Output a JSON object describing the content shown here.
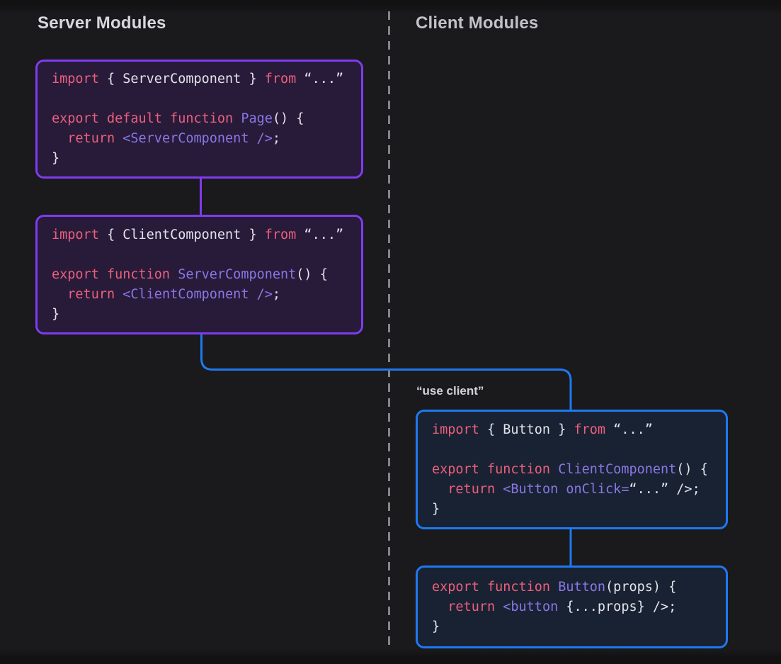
{
  "diagram": {
    "server_heading": "Server Modules",
    "client_heading": "Client Modules",
    "use_client_label": "“use client”"
  },
  "colors": {
    "page_bg": "#1a191b",
    "server_heading": "#d8d8dd",
    "client_heading": "#c2c2c9",
    "use_client_label": "#d4d4d9",
    "divider": "#84848a",
    "purple_border": "#7f3bf0",
    "purple_bg": "#281b3a",
    "blue_border": "#1e79f0",
    "blue_line": "#1e79f0",
    "blue_bg": "#192232",
    "code_keyword": "#ed5f7d",
    "code_component": "#8977e6",
    "code_plain": "#e3e4ea"
  },
  "code_blocks": [
    {
      "name": "page-module",
      "theme": "purple",
      "lines": [
        [
          [
            "kw",
            "import"
          ],
          [
            "pl",
            " { ServerComponent } "
          ],
          [
            "kw",
            "from"
          ],
          [
            "pl",
            " “...”"
          ]
        ],
        [],
        [
          [
            "kw",
            "export default function "
          ],
          [
            "cp",
            "Page"
          ],
          [
            "pl",
            "() {"
          ]
        ],
        [
          [
            "pl",
            "  "
          ],
          [
            "kw",
            "return"
          ],
          [
            "pl",
            " "
          ],
          [
            "cp",
            "<ServerComponent />"
          ],
          [
            "pl",
            ";"
          ]
        ],
        [
          [
            "pl",
            "}"
          ]
        ]
      ]
    },
    {
      "name": "server-component-module",
      "theme": "purple",
      "lines": [
        [
          [
            "kw",
            "import"
          ],
          [
            "pl",
            " { ClientComponent } "
          ],
          [
            "kw",
            "from"
          ],
          [
            "pl",
            " “...”"
          ]
        ],
        [],
        [
          [
            "kw",
            "export function "
          ],
          [
            "cp",
            "ServerComponent"
          ],
          [
            "pl",
            "() {"
          ]
        ],
        [
          [
            "pl",
            "  "
          ],
          [
            "kw",
            "return"
          ],
          [
            "pl",
            " "
          ],
          [
            "cp",
            "<ClientComponent />"
          ],
          [
            "pl",
            ";"
          ]
        ],
        [
          [
            "pl",
            "}"
          ]
        ]
      ]
    },
    {
      "name": "client-component-module",
      "theme": "blue",
      "lines": [
        [
          [
            "kw",
            "import"
          ],
          [
            "pl",
            " { Button } "
          ],
          [
            "kw",
            "from"
          ],
          [
            "pl",
            " “...”"
          ]
        ],
        [],
        [
          [
            "kw",
            "export function "
          ],
          [
            "cp",
            "ClientComponent"
          ],
          [
            "pl",
            "() {"
          ]
        ],
        [
          [
            "pl",
            "  "
          ],
          [
            "kw",
            "return"
          ],
          [
            "pl",
            " "
          ],
          [
            "cp",
            "<Button onClick="
          ],
          [
            "pl",
            "“...” />;"
          ]
        ],
        [
          [
            "pl",
            "}"
          ]
        ]
      ]
    },
    {
      "name": "button-module",
      "theme": "blue",
      "lines": [
        [
          [
            "kw",
            "export function "
          ],
          [
            "cp",
            "Button"
          ],
          [
            "pl",
            "(props) {"
          ]
        ],
        [
          [
            "pl",
            "  "
          ],
          [
            "kw",
            "return"
          ],
          [
            "pl",
            " "
          ],
          [
            "cp",
            "<button"
          ],
          [
            "pl",
            " {...props} />;"
          ]
        ],
        [
          [
            "pl",
            "}"
          ]
        ]
      ]
    }
  ]
}
